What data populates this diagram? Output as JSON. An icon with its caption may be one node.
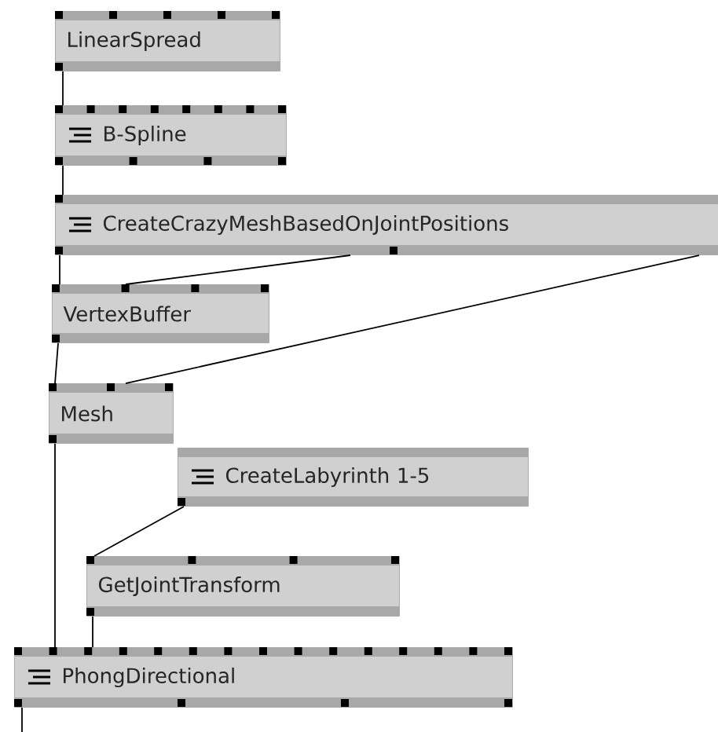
{
  "diagram": {
    "nodes": [
      {
        "text": [
          "LinearSpread"
        ]
      },
      {
        "text": [
          "B-Spline"
        ]
      },
      {
        "text": [
          "CreateCrazyMeshBasedOnJointPositions"
        ]
      },
      {
        "text": [
          "VertexBuffer"
        ]
      },
      {
        "text": [
          "Mesh"
        ]
      },
      {
        "text": [
          "CreateLabyrinth 1-5"
        ]
      },
      {
        "text": [
          "GetJointTransform"
        ]
      },
      {
        "text": [
          "PhongDirectional"
        ]
      }
    ],
    "edges": [
      {
        "from": 0,
        "to": 1,
        "arrow": "none"
      },
      {
        "from": 1,
        "to": 2,
        "arrow": "none"
      },
      {
        "from": 2,
        "to": 3,
        "arrow": "none"
      },
      {
        "from": 2,
        "to": 3,
        "arrow": "none"
      },
      {
        "from": 2,
        "to": 4,
        "arrow": "none"
      },
      {
        "from": 3,
        "to": 4,
        "arrow": "none"
      },
      {
        "from": 4,
        "to": 7,
        "arrow": "none"
      },
      {
        "from": 5,
        "to": 6,
        "arrow": "none"
      },
      {
        "from": 6,
        "to": 7,
        "arrow": "none"
      },
      {
        "from": 7,
        "to": null,
        "arrow": "none"
      }
    ]
  }
}
